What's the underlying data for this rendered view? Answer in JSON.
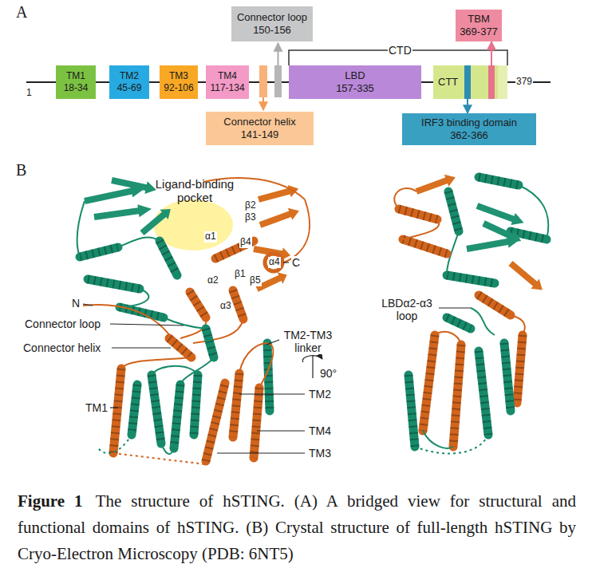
{
  "diagram": {
    "caption": "The structure of hSTING. (A) A bridged view for structural and functional domains of hSTING. (B) Crystal structure of full-length hSTING by Cryo-Electron Microscopy (PDB: 6NT5)",
    "nodes": [
      {
        "text": [
          "Connector loop",
          "150-156"
        ]
      },
      {
        "text": [
          "TBM",
          "369-377"
        ]
      },
      {
        "text": [
          "TM1",
          "18-34"
        ]
      },
      {
        "text": [
          "TM2",
          "45-69"
        ]
      },
      {
        "text": [
          "TM3",
          "92-106"
        ]
      },
      {
        "text": [
          "TM4",
          "117-134"
        ]
      },
      {
        "text": [
          "LBD",
          "157-335"
        ]
      },
      {
        "text": [
          "CTT"
        ]
      },
      {
        "text": [
          "Connector helix",
          "141-149"
        ]
      },
      {
        "text": [
          "IRF3 binding domain",
          "362-366"
        ]
      }
    ],
    "edges": [
      {
        "from": 7,
        "to": 1,
        "arrow": "to"
      },
      {
        "from": 7,
        "to": 9,
        "arrow": "to"
      }
    ],
    "labels": [
      "A",
      "1",
      "379",
      "CTD",
      "B",
      "Ligand-binding pocket",
      "β2",
      "β3",
      "α1",
      "β4",
      "α4",
      "C",
      "β1",
      "β5",
      "α2",
      "α3",
      "N",
      "Connector loop",
      "Connector helix",
      "TM2-TM3 linker",
      "TM1",
      "TM2",
      "TM4",
      "TM3",
      "90°",
      "LBDα2-α3 loop",
      "Figure 1"
    ]
  }
}
